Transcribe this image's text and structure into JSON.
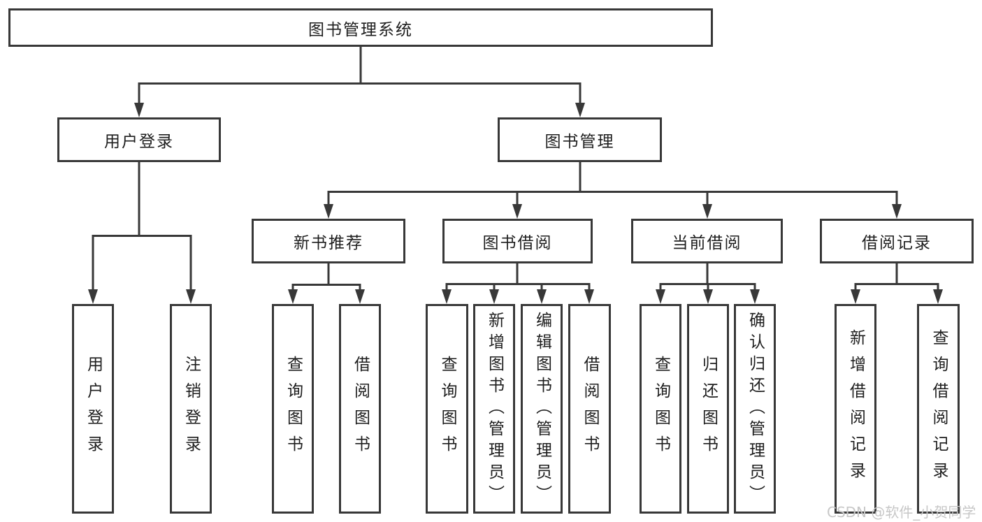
{
  "tree": {
    "label": "图书管理系统",
    "children": [
      {
        "label": "用户登录",
        "children": [
          {
            "label": "用户登录"
          },
          {
            "label": "注销登录"
          }
        ]
      },
      {
        "label": "图书管理",
        "children": [
          {
            "label": "新书推荐",
            "children": [
              {
                "label": "查询图书"
              },
              {
                "label": "借阅图书"
              }
            ]
          },
          {
            "label": "图书借阅",
            "children": [
              {
                "label": "查询图书"
              },
              {
                "label": "新增图书（管理员）"
              },
              {
                "label": "编辑图书（管理员）"
              },
              {
                "label": "借阅图书"
              }
            ]
          },
          {
            "label": "当前借阅",
            "children": [
              {
                "label": "查询图书"
              },
              {
                "label": "归还图书"
              },
              {
                "label": "确认归还（管理员）"
              }
            ]
          },
          {
            "label": "借阅记录",
            "children": [
              {
                "label": "新增借阅记录"
              },
              {
                "label": "查询借阅记录"
              }
            ]
          }
        ]
      }
    ]
  },
  "watermark": "CSDN @软件_小贺同学",
  "colors": {
    "line": "#383838",
    "text": "#1e1e1e",
    "watermark": "#c7c7c7",
    "background": "#ffffff"
  }
}
